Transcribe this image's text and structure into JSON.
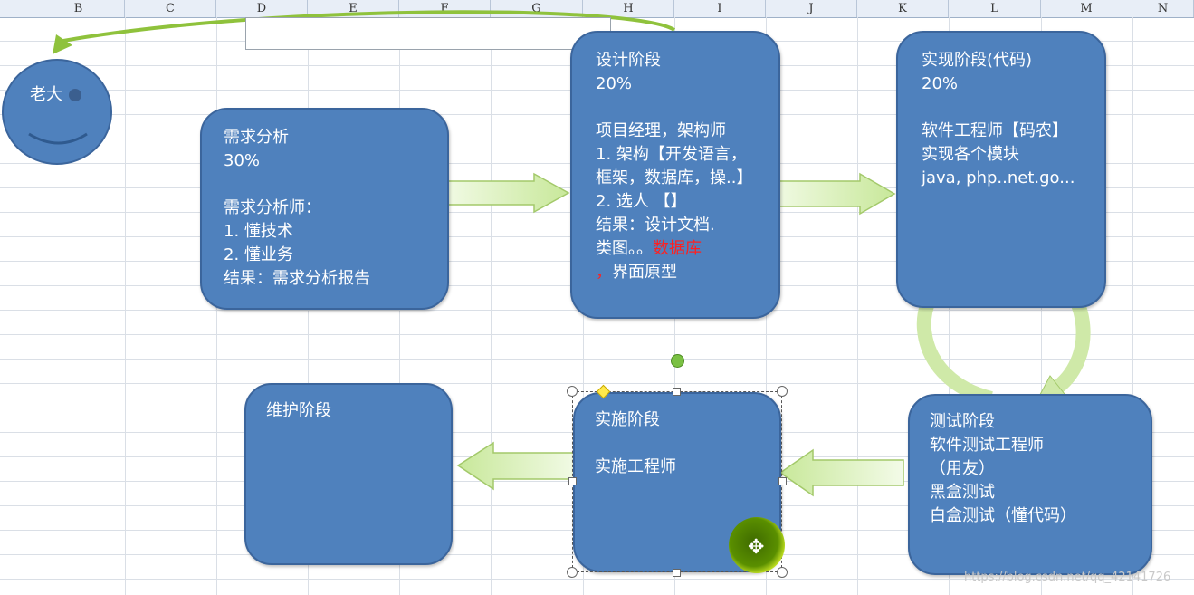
{
  "columns": [
    "B",
    "C",
    "D",
    "E",
    "F",
    "G",
    "H",
    "J",
    "K",
    "L",
    "M",
    "N"
  ],
  "face": {
    "label": "老大"
  },
  "boxes": {
    "requirements": {
      "lines": [
        "需求分析",
        "30%",
        "",
        "需求分析师：",
        "1. 懂技术",
        "2. 懂业务",
        "结果：需求分析报告"
      ]
    },
    "design": {
      "lines": [
        "设计阶段",
        "20%",
        "",
        "项目经理，架构师",
        "1. 架构【开发语言，",
        "框架，数据库，操..】",
        "2. 选人 【】",
        "结果：设计文档.",
        "类图。。"
      ],
      "red1": "数据库",
      "red2": "，",
      "tail": "界面原型"
    },
    "implement": {
      "lines": [
        "实现阶段(代码)",
        "20%",
        "",
        "软件工程师【码农】",
        "实现各个模块",
        "java, php..net.go..."
      ]
    },
    "testing": {
      "lines": [
        "测试阶段",
        "软件测试工程师",
        "（用友）",
        "黑盒测试",
        "白盒测试（懂代码）"
      ]
    },
    "deploy": {
      "lines": [
        "实施阶段",
        "",
        "实施工程师"
      ]
    },
    "maintain": {
      "lines": [
        "维护阶段"
      ]
    }
  },
  "watermark": "https://blog.csdn.net/qq_42141726",
  "colors": {
    "box_fill": "#4f81bd",
    "arrow_fill": "#d7f2b0",
    "arrow_stroke": "#a3c96a"
  }
}
